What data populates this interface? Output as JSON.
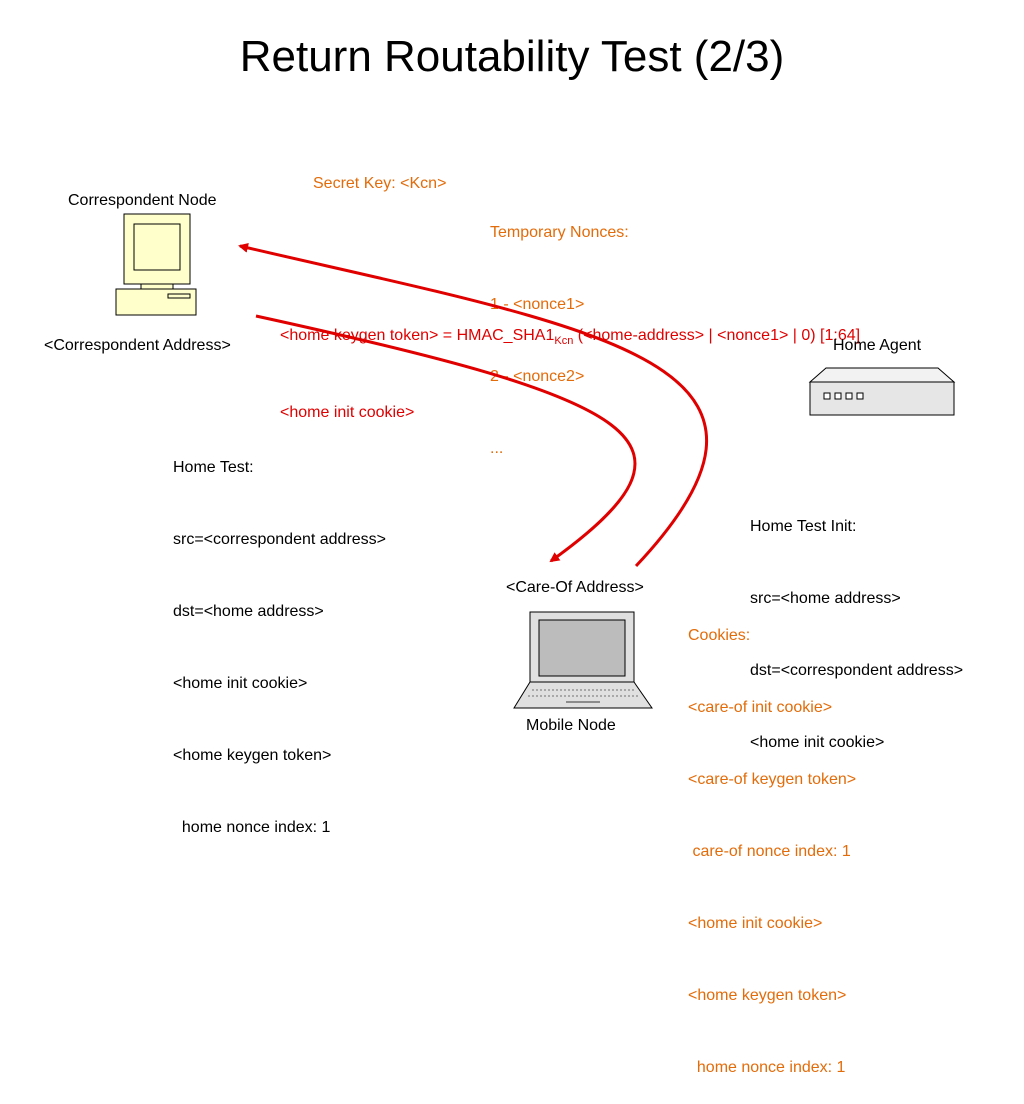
{
  "title": "Return Routability Test (2/3)",
  "colors": {
    "orange": "#e36c0a",
    "red": "#e00000",
    "device_fill": "#ffffcc",
    "arrow": "#e00000"
  },
  "nodes": {
    "correspondent": {
      "name": "Correspondent Node",
      "address": "<Correspondent Address>",
      "icon": "desktop-computer-icon"
    },
    "home_agent": {
      "name": "Home Agent",
      "icon": "router-icon"
    },
    "mobile": {
      "name": "Mobile Node",
      "address": "<Care-Of Address>",
      "icon": "laptop-icon"
    }
  },
  "secret_key": "Secret Key: <Kcn>",
  "nonces": [
    "Temporary Nonces:",
    "1 - <nonce1>",
    "2 - <nonce2>",
    "..."
  ],
  "formula": {
    "prefix": "<home keygen token> = HMAC_SHA1",
    "subscript": "Kcn",
    "suffix": " (<home-address> | <nonce1> | 0) [1:64]",
    "line2": "<home init cookie>"
  },
  "home_test": [
    "Home Test:",
    "src=<correspondent address>",
    "dst=<home address>",
    "<home init cookie>",
    "<home keygen token>",
    "  home nonce index: 1"
  ],
  "home_test_init": [
    "Home Test Init:",
    "src=<home address>",
    "dst=<correspondent address>",
    "<home init cookie>"
  ],
  "cookies": [
    "Cookies:",
    "<care-of init cookie>",
    "<care-of keygen token>",
    " care-of nonce index: 1",
    "<home init cookie>",
    "<home keygen token>",
    "  home nonce index: 1"
  ]
}
